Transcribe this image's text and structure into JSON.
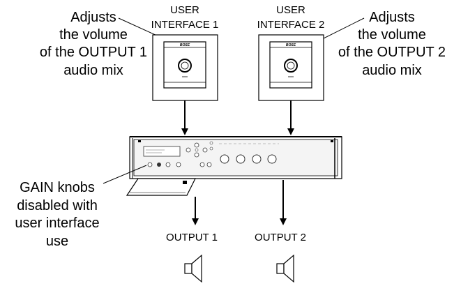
{
  "callouts": {
    "left": [
      "Adjusts",
      "the volume",
      "of the OUTPUT 1",
      "audio mix"
    ],
    "right": [
      "Adjusts",
      "the volume",
      "of the OUTPUT 2",
      "audio mix"
    ],
    "gain": [
      "GAIN knobs",
      "disabled with",
      "user interface",
      "use"
    ]
  },
  "user_interfaces": [
    {
      "line1": "USER",
      "line2": "INTERFACE 1",
      "brand": "BOSE"
    },
    {
      "line1": "USER",
      "line2": "INTERFACE 2",
      "brand": "BOSE"
    }
  ],
  "outputs": [
    {
      "label": "OUTPUT 1",
      "icon": "speaker-icon"
    },
    {
      "label": "OUTPUT 2",
      "icon": "speaker-icon"
    }
  ]
}
